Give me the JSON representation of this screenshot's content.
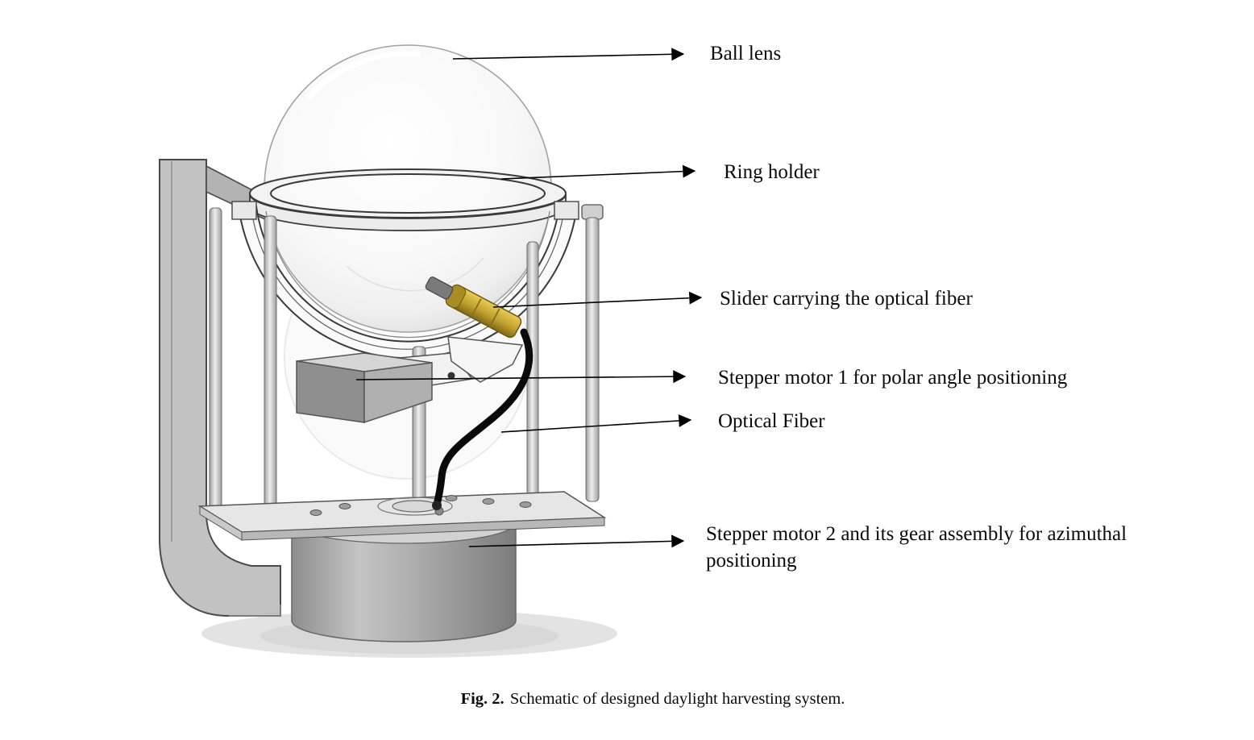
{
  "figure": {
    "type": "schematic-diagram",
    "caption_prefix": "Fig. 2.",
    "caption_text": "Schematic of designed daylight harvesting system.",
    "labels": [
      {
        "id": "ball-lens",
        "text": "Ball lens"
      },
      {
        "id": "ring-holder",
        "text": "Ring holder"
      },
      {
        "id": "slider",
        "text": "Slider carrying the optical fiber"
      },
      {
        "id": "stepper-motor-1",
        "text": "Stepper motor 1 for polar angle positioning"
      },
      {
        "id": "optical-fiber",
        "text": "Optical Fiber"
      },
      {
        "id": "stepper-motor-2",
        "text": "Stepper motor 2 and its gear assembly for azimuthal positioning"
      }
    ],
    "parts_depicted": [
      "ball lens sphere",
      "ring holder band",
      "arc cradle rail",
      "gold slider with optical fiber",
      "stepper motor 1",
      "black optical fiber cable",
      "base plate",
      "stepper motor 2 cylinder",
      "wall mounting bracket",
      "support posts"
    ],
    "colors": {
      "background": "#ffffff",
      "line": "#000000",
      "metal_gray": "#b5b5b5",
      "dark_gray": "#8a8a8a",
      "slider_gold": "#c9a63b",
      "fiber_black": "#0a0a0a"
    }
  }
}
